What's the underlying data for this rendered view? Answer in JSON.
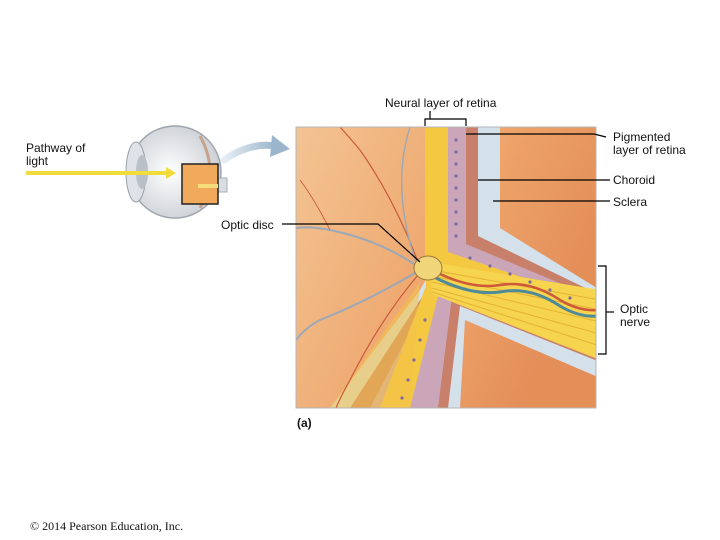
{
  "labels": {
    "neural_layer": "Neural layer of retina",
    "pigmented_line1": "Pigmented",
    "pigmented_line2": "layer of retina",
    "choroid": "Choroid",
    "sclera": "Sclera",
    "optic_disc": "Optic disc",
    "optic_line1": "Optic",
    "optic_line2": "nerve",
    "pathway_line1": "Pathway of",
    "pathway_line2": "light",
    "panel": "(a)"
  },
  "copyright": "© 2014 Pearson Education, Inc.",
  "colors": {
    "neural": "#f5c842",
    "nerve": "#f7d44e",
    "pigment": "#c9a27a",
    "choroid": "#c9806a",
    "sclera": "#d4e0ea",
    "fundus": "#f0b47a",
    "light_arrow": "#f2dc3c",
    "vessel": "#9aa8b8",
    "artery": "#cc5a3a",
    "pointer": "#000000"
  }
}
